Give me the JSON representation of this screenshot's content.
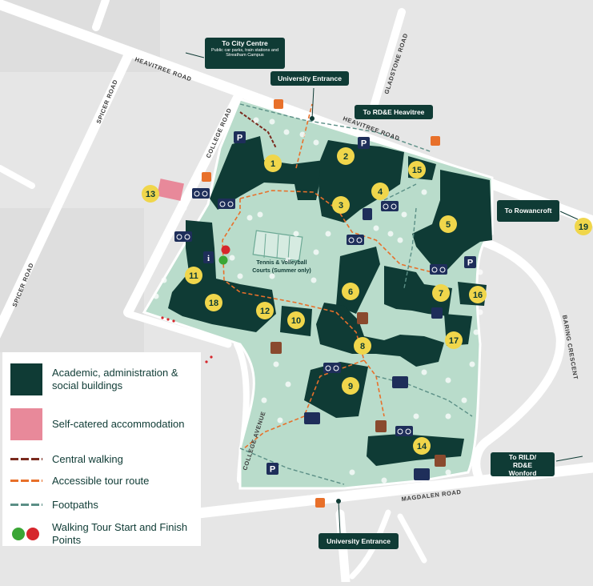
{
  "signs": {
    "city_centre": "To City Centre",
    "city_centre_sub": "Public car parks, train stations and Streatham Campus",
    "university_entrance_top": "University Entrance",
    "rde_heavitree": "To RD&E Heavitree",
    "rowancroft": "To Rowancroft",
    "rild": "To RILD/ RD&E Wonford",
    "university_entrance_bottom": "University Entrance"
  },
  "roads": {
    "heavitree_west": "HEAVITREE ROAD",
    "heavitree_east": "HEAVITREE ROAD",
    "spicer_north": "SPICER ROAD",
    "spicer_south": "SPICER ROAD",
    "college_road": "COLLEGE ROAD",
    "gladstone": "GLADSTONE ROAD",
    "college_avenue": "COLLEGE AVENUE",
    "magdalen": "MAGDALEN ROAD",
    "baring": "BARING CRESCENT"
  },
  "courts_label": "Tennis & Volleyball Courts (Summer only)",
  "building_numbers": [
    "1",
    "2",
    "3",
    "4",
    "5",
    "6",
    "7",
    "8",
    "9",
    "10",
    "11",
    "12",
    "13",
    "14",
    "15",
    "16",
    "17",
    "18",
    "19"
  ],
  "symbols": {
    "parking": "P",
    "info": "i",
    "bus": "bus-icon",
    "bike": "bicycle-icon",
    "accessible": "wheelchair-icon",
    "restaurant": "cutlery-icon",
    "baby_change": "baby-change-icon"
  },
  "legend": {
    "items": [
      {
        "label": "Academic, administration & social buildings",
        "color": "#0f3b35"
      },
      {
        "label": "Self-catered accommodation",
        "color": "#e8899a"
      },
      {
        "label": "Central walking",
        "color": "#7a2a1e"
      },
      {
        "label": "Accessible tour route",
        "color": "#e8702a"
      },
      {
        "label": "Footpaths",
        "color": "#5b8f86"
      },
      {
        "label": "Walking Tour Start and Finish Points",
        "color_start": "#3aa635",
        "color_finish": "#d6262c"
      }
    ]
  },
  "colors": {
    "campus": "#b9dccb",
    "building": "#0f3b35",
    "road": "#ffffff",
    "background": "#e6e6e6",
    "marker": "#f0d64b"
  }
}
